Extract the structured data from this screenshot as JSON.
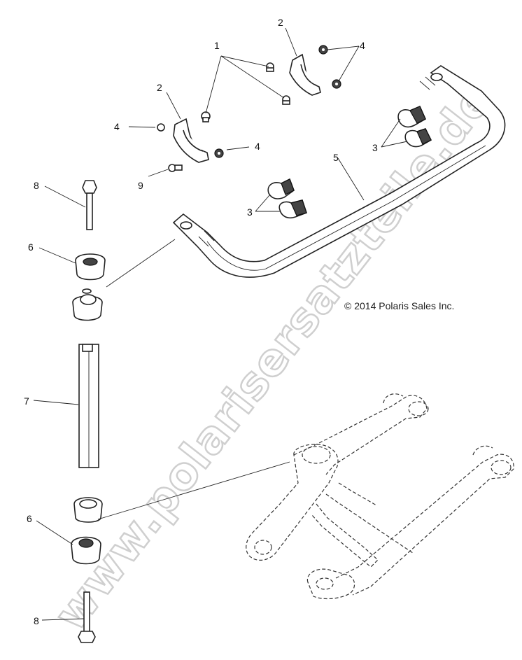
{
  "callouts": {
    "c1": "1",
    "c2a": "2",
    "c2b": "2",
    "c3a": "3",
    "c3b": "3",
    "c4a": "4",
    "c4b": "4",
    "c4c": "4",
    "c5": "5",
    "c6a": "6",
    "c6b": "6",
    "c7": "7",
    "c8a": "8",
    "c8b": "8",
    "c9": "9"
  },
  "copyright": "© 2014 Polaris Sales Inc.",
  "watermark": "www.polarisersatzteile.de",
  "colors": {
    "line": "#222222",
    "watermark_outline": "#cfcfcf",
    "background": "#ffffff"
  }
}
